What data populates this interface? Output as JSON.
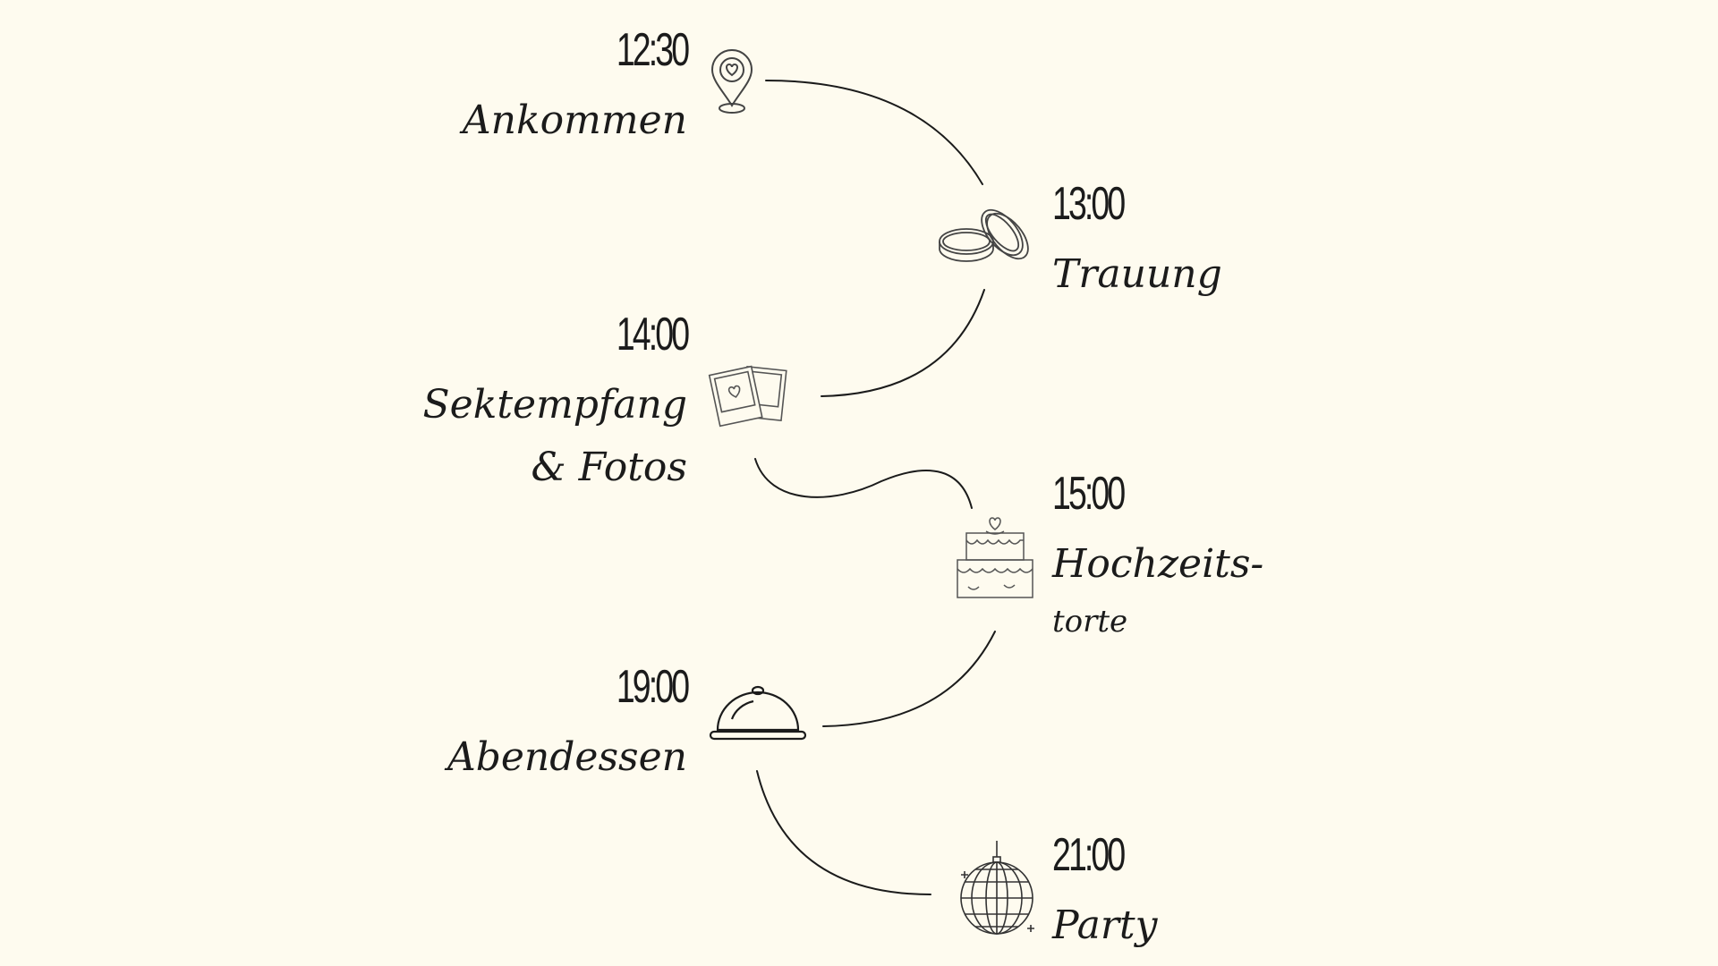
{
  "colors": {
    "background": "#fefbef",
    "ink": "#1b1b1b",
    "icon_line": "#444444"
  },
  "events": [
    {
      "time": "12:30",
      "label": "Ankommen",
      "icon": "location-heart-pin-icon"
    },
    {
      "time": "13:00",
      "label": "Trauung",
      "icon": "wedding-rings-icon"
    },
    {
      "time": "14:00",
      "label_line1": "Sektempfang",
      "label_line2": "& Fotos",
      "icon": "polaroid-photos-icon"
    },
    {
      "time": "15:00",
      "label_line1": "Hochzeits-",
      "label_line2": "torte",
      "icon": "wedding-cake-icon"
    },
    {
      "time": "19:00",
      "label": "Abendessen",
      "icon": "dinner-cloche-icon"
    },
    {
      "time": "21:00",
      "label": "Party",
      "icon": "disco-ball-icon"
    }
  ]
}
